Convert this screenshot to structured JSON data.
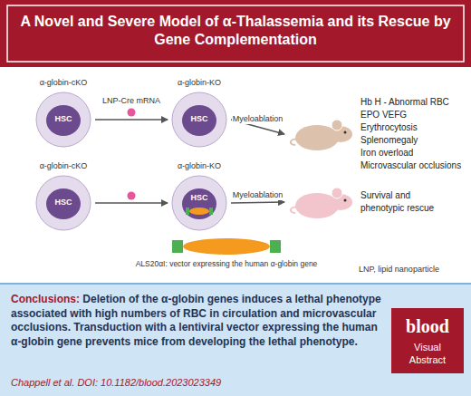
{
  "diagram": {
    "title": "A Novel and Severe Model of α-Thalassemia and its Rescue by Gene Complementation",
    "nodes": [
      {
        "text": [
          "α-globin-cKO",
          "HSC"
        ]
      },
      {
        "text": [
          "α-globin-KO",
          "HSC"
        ]
      },
      {
        "text": [
          "Hb H - Abnormal RBC",
          "EPO VEFG",
          "Erythrocytosis",
          "Splenomegaly",
          "Iron overload",
          "Microvascular occlusions"
        ]
      },
      {
        "text": [
          "α-globin-cKO",
          "HSC"
        ]
      },
      {
        "text": [
          "α-globin-KO",
          "HSC"
        ]
      },
      {
        "text": [
          "Survival and phenotypic rescue"
        ]
      },
      {
        "text": [
          "ALS20αI: vector expressing the human α-globin gene"
        ]
      },
      {
        "text": [
          "Conclusions:",
          "Deletion of the α-globin genes induces a lethal phenotype associated with high numbers of RBC in circulation and microvascular occlusions. Transduction with a lentiviral vector expressing the human α-globin gene prevents mice from developing the lethal phenotype.",
          "Chappell et al. DOI: 10.1182/blood.2023023349"
        ]
      },
      {
        "text": [
          "blood",
          "Visual Abstract"
        ],
        "in": 7
      }
    ],
    "edges": [
      {
        "from": 0,
        "to": 1,
        "label": "LNP-Cre mRNA",
        "arrow": "to"
      },
      {
        "from": 1,
        "to": 2,
        "label": "Myeloablation",
        "arrow": "to"
      },
      {
        "from": 3,
        "to": 4,
        "arrow": "to"
      },
      {
        "from": 4,
        "to": 5,
        "label": "Myeloablation",
        "arrow": "to"
      }
    ],
    "labels": [
      "LNP, lipid nanoparticle"
    ]
  }
}
